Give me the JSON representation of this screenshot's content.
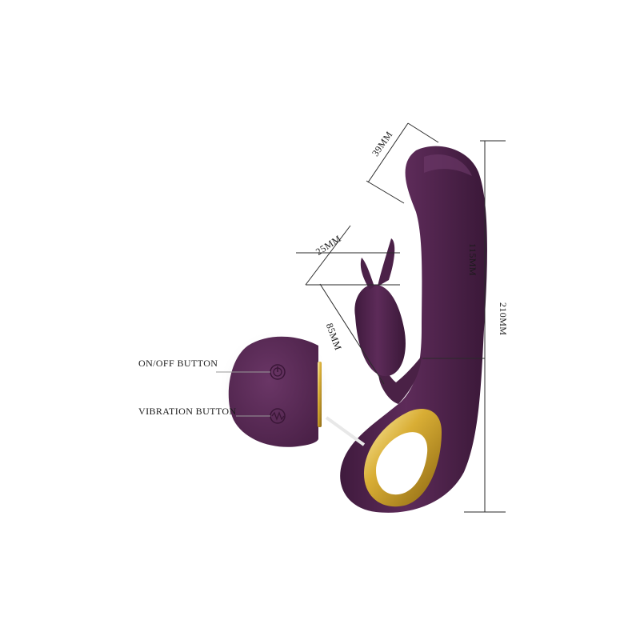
{
  "colors": {
    "body": "#5a2a56",
    "body_dark": "#3e1a3c",
    "gold": "#d9b23a",
    "line": "#2a2a2a"
  },
  "callouts": {
    "on_off": "ON/OFF BUTTON",
    "vibration": "VIBRATION BUTTON"
  },
  "dimensions": {
    "tip_width": "39MM",
    "rabbit_width": "25MM",
    "rabbit_length": "85MM",
    "shaft_length": "115MM",
    "total_length": "210MM"
  },
  "icons": {
    "power": "power-icon",
    "vibration": "vibration-icon"
  }
}
